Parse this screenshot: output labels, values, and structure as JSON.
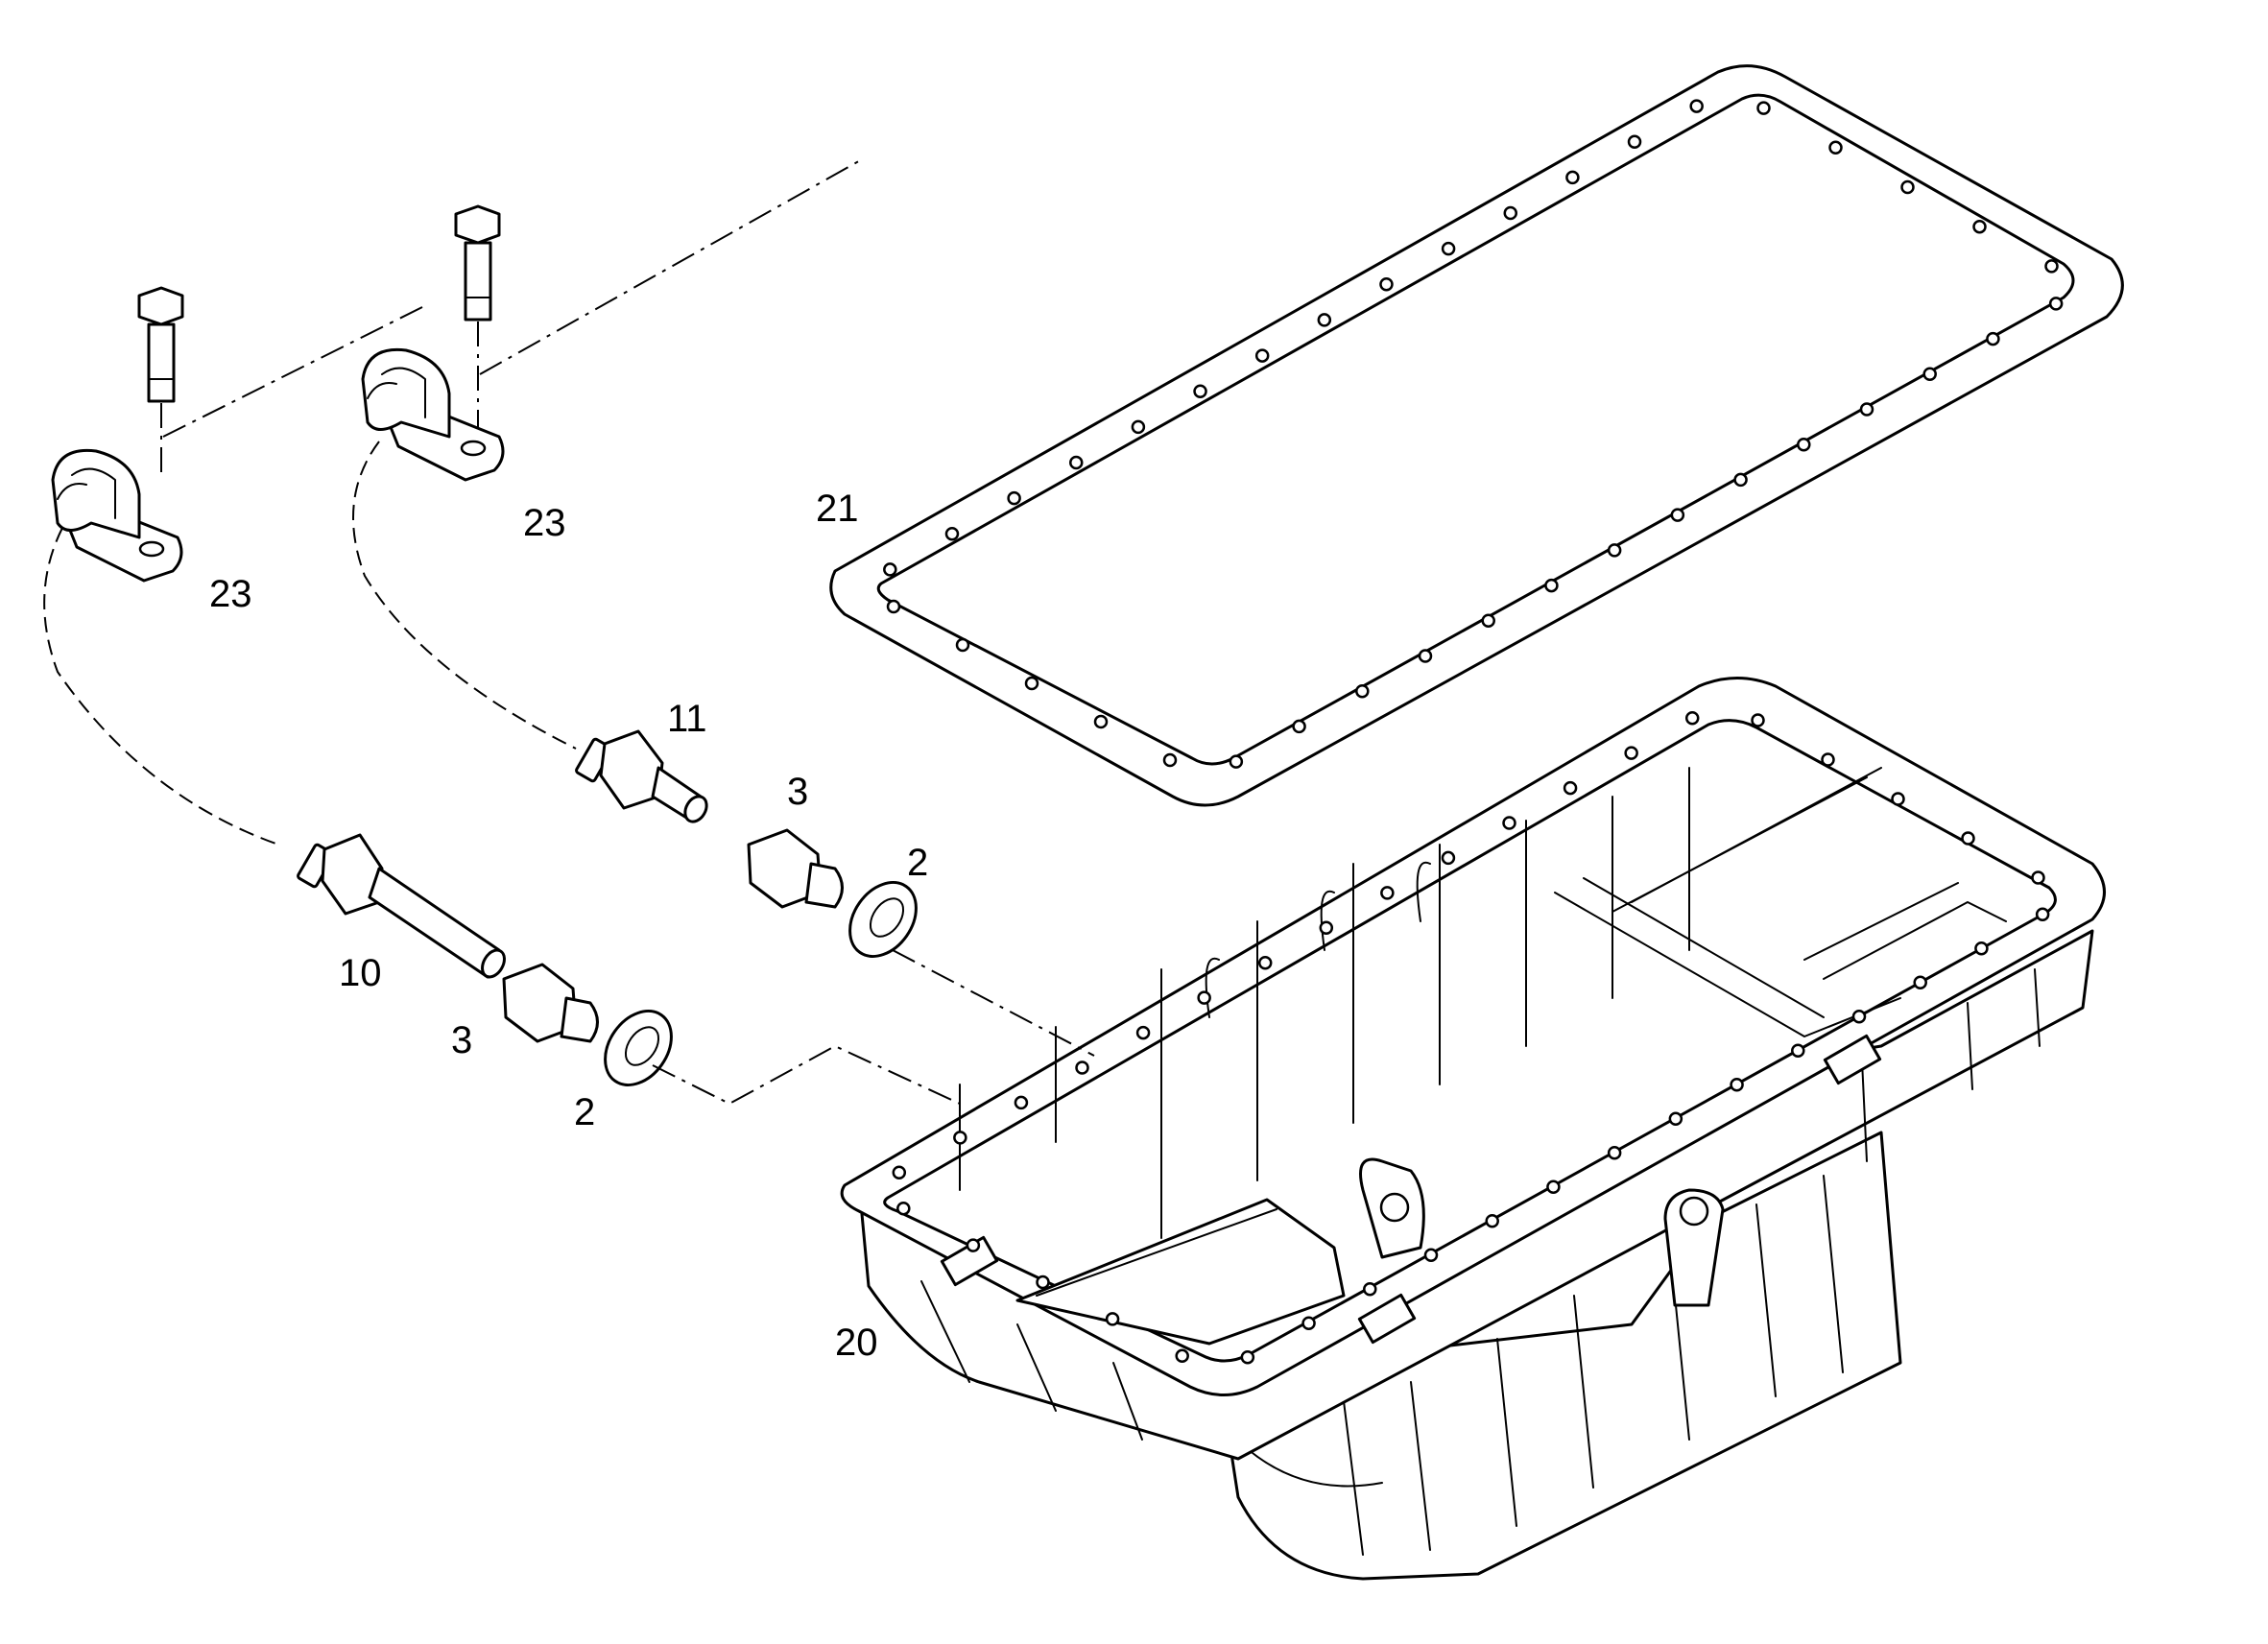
{
  "callouts": {
    "c23a": "23",
    "c23b": "23",
    "c21": "21",
    "c11": "11",
    "c3a": "3",
    "c2a": "2",
    "c10": "10",
    "c3b": "3",
    "c2b": "2",
    "c20": "20"
  },
  "colors": {
    "line": "#000000",
    "background": "#ffffff"
  }
}
